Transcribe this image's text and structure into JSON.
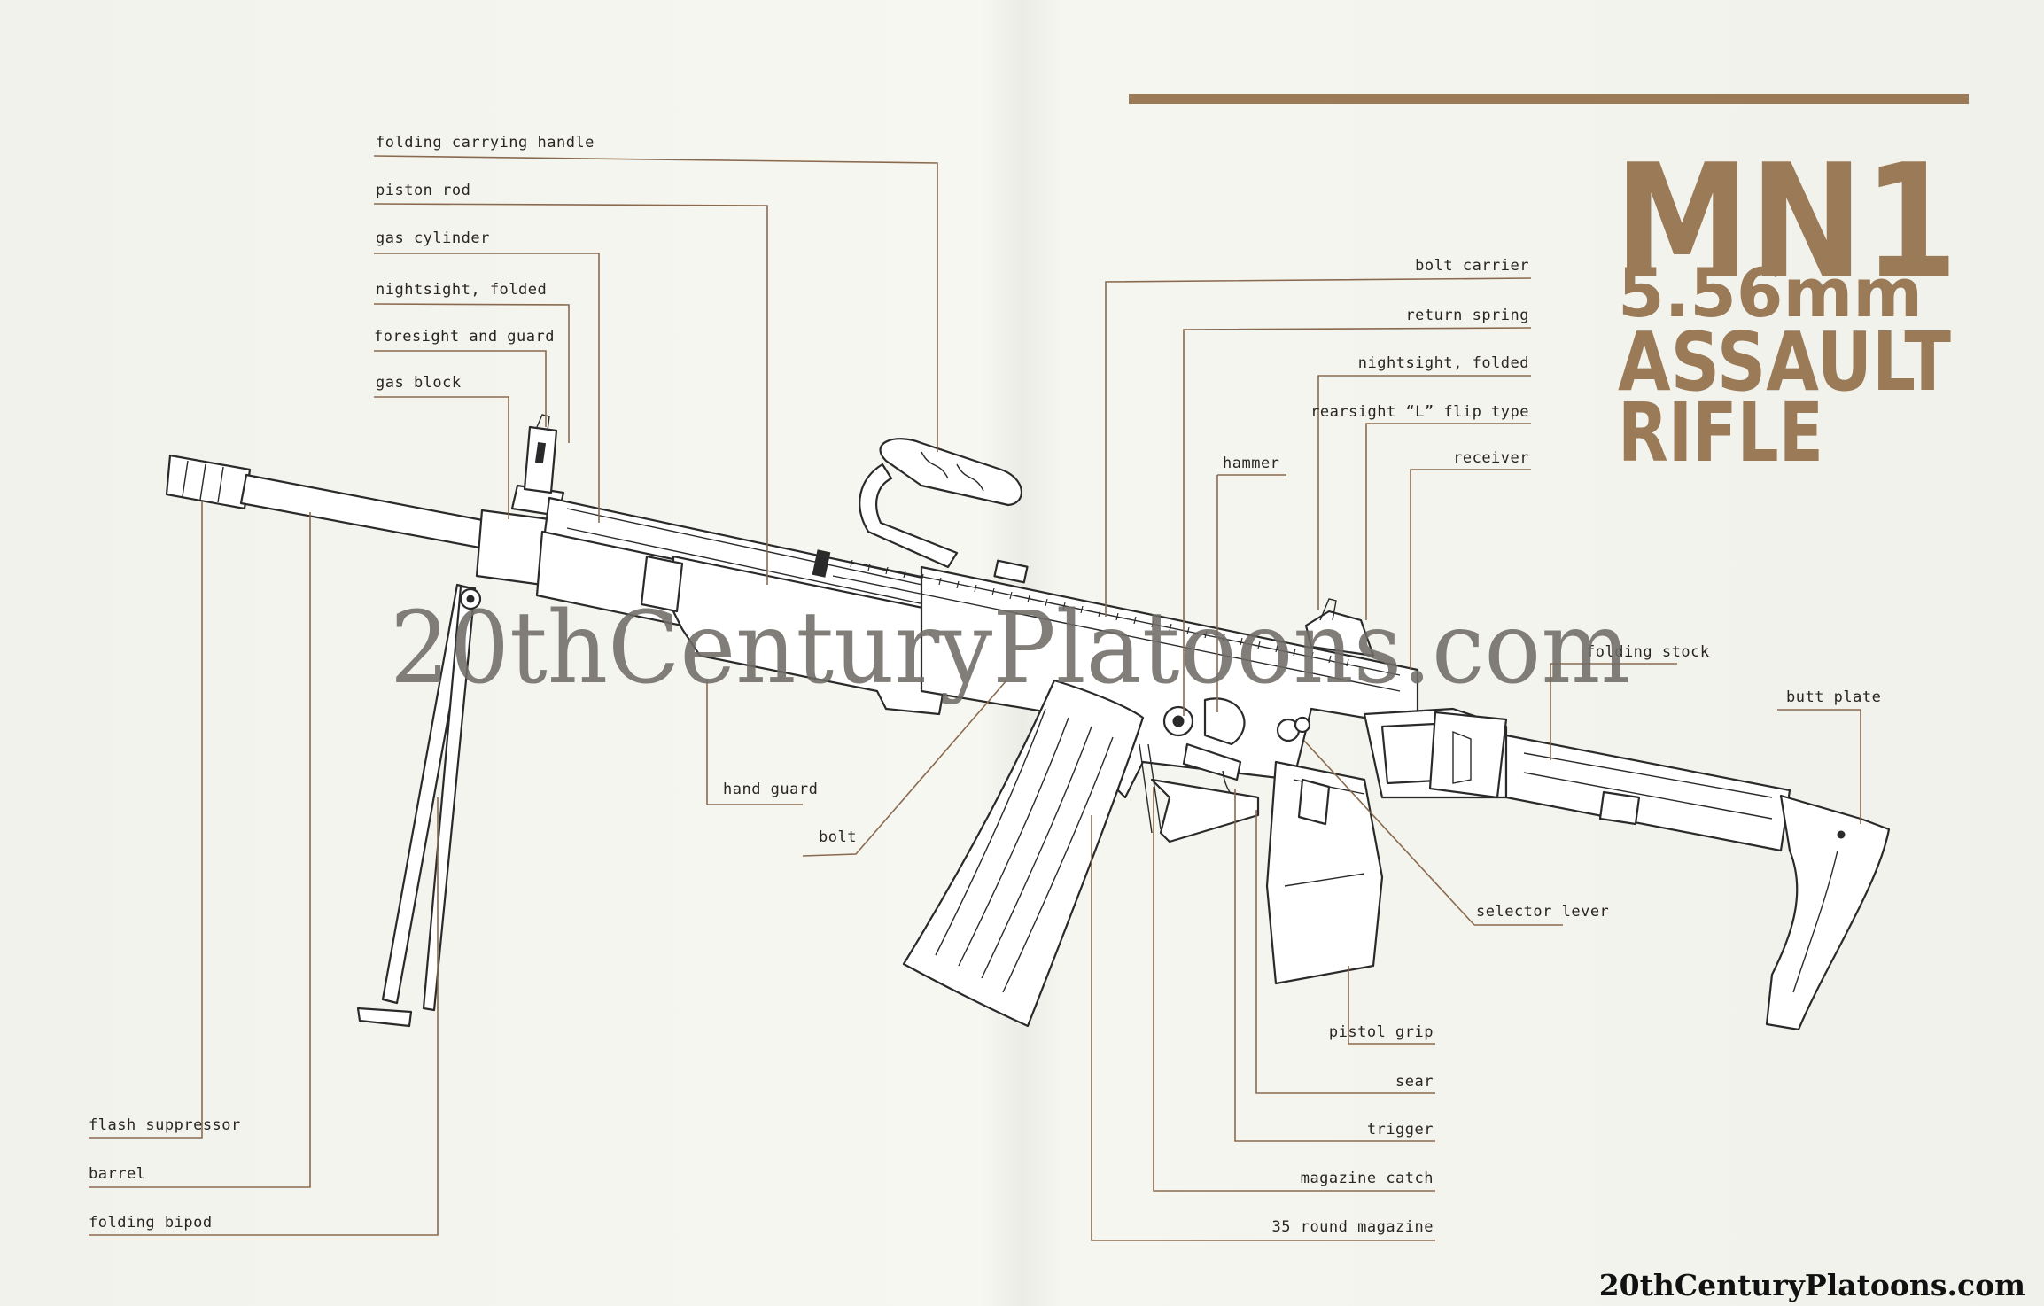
{
  "title": {
    "line1": "MN1",
    "line2": "5.56mm",
    "line3": "ASSAULT",
    "line4": "RIFLE"
  },
  "accent_color": "#9a7a57",
  "watermark": "20thCenturyPlatoons.com",
  "watermark_corner": "20thCenturyPlatoons.com",
  "labels": {
    "folding_carrying_handle": "folding carrying handle",
    "piston_rod": "piston rod",
    "gas_cylinder": "gas cylinder",
    "nightsight_folded_front": "nightsight, folded",
    "foresight_and_guard": "foresight and guard",
    "gas_block": "gas block",
    "bolt_carrier": "bolt carrier",
    "return_spring": "return spring",
    "nightsight_folded_rear": "nightsight, folded",
    "rearsight": "rearsight “L” flip type",
    "receiver": "receiver",
    "hammer": "hammer",
    "folding_stock": "folding stock",
    "butt_plate": "butt plate",
    "hand_guard": "hand guard",
    "bolt": "bolt",
    "selector_lever": "selector lever",
    "pistol_grip": "pistol grip",
    "sear": "sear",
    "trigger": "trigger",
    "magazine_catch": "magazine catch",
    "round_magazine": "35 round magazine",
    "flash_suppressor": "flash suppressor",
    "barrel": "barrel",
    "folding_bipod": "folding bipod"
  }
}
